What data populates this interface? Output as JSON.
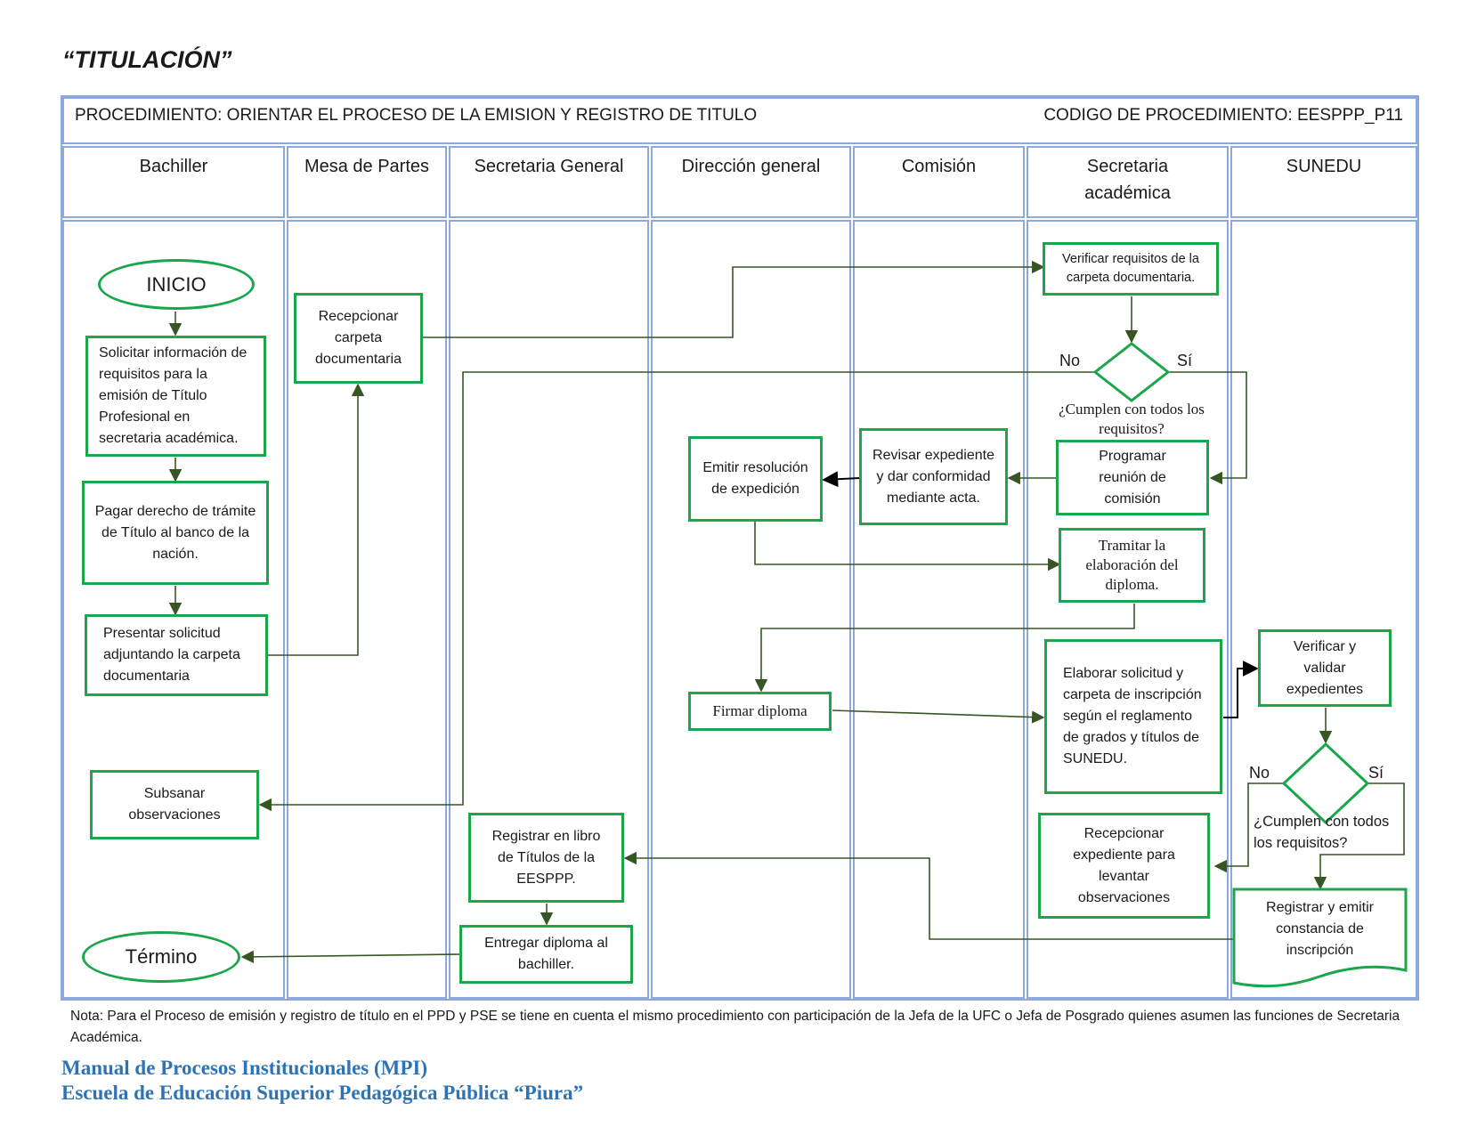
{
  "page_title": "“TITULACIÓN”",
  "header": {
    "procedure": "PROCEDIMIENTO: ORIENTAR EL PROCESO DE LA EMISION Y REGISTRO DE TITULO",
    "code": "CODIGO DE PROCEDIMIENTO: EESPPP_P11"
  },
  "lanes": [
    "Bachiller",
    "Mesa de Partes",
    "Secretaria General",
    "Dirección general",
    "Comisión",
    "Secretaria académica",
    "SUNEDU"
  ],
  "nodes": {
    "inicio": "INICIO",
    "solicitar": "Solicitar información de requisitos para la emisión de Título Profesional en secretaria académica.",
    "pagar": "Pagar derecho de trámite de Título al banco de la nación.",
    "presentar": "Presentar solicitud adjuntando la carpeta documentaria",
    "subsanar": "Subsanar observaciones",
    "termino": "Término",
    "recepcionar_carpeta": "Recepcionar carpeta documentaria",
    "registrar_libro": "Registrar en libro de Títulos de la EESPPP.",
    "entregar_diploma": "Entregar diploma al bachiller.",
    "emitir_resolucion": "Emitir resolución de expedición",
    "firmar_diploma": "Firmar diploma",
    "revisar_expediente": "Revisar expediente y dar conformidad mediante acta.",
    "verificar_requisitos": "Verificar requisitos de la carpeta documentaria.",
    "programar_reunion": "Programar reunión de comisión",
    "tramitar_diploma": "Tramitar la elaboración del diploma.",
    "elaborar_solicitud": "Elaborar solicitud y carpeta de inscripción según el reglamento de grados y títulos de SUNEDU.",
    "recepcionar_expediente": "Recepcionar expediente para levantar observaciones",
    "verificar_validar": "Verificar y validar expedientes",
    "registrar_emitir": "Registrar y emitir constancia de inscripción"
  },
  "decisions": {
    "d1_question": "¿Cumplen con todos los requisitos?",
    "d2_question": "¿Cumplen con todos los requisitos?",
    "no": "No",
    "yes": "Sí"
  },
  "note": "Nota: Para el Proceso de emisión y registro de título en el PPD y PSE   se tiene en cuenta el mismo procedimiento con participación de la Jefa de la UFC o Jefa de Posgrado quienes asumen las funciones de Secretaria Académica.",
  "footer": {
    "line1": "Manual de Procesos Institucionales (MPI)",
    "line2": "Escuela de Educación Superior Pedagógica Pública “Piura”"
  },
  "colors": {
    "box_border": "#1aa64b",
    "arrow": "#375623",
    "grid": "#8ea9db",
    "footer": "#2e74b5"
  }
}
